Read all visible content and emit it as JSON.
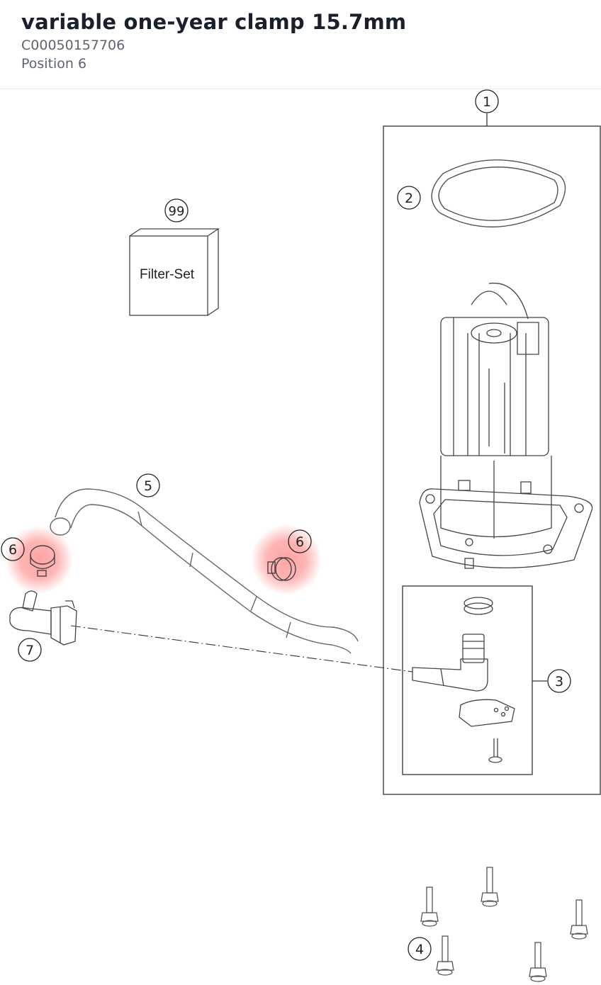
{
  "part": {
    "title": "variable one-year clamp 15.7mm",
    "code": "C00050157706",
    "position": "Position 6"
  },
  "diagram": {
    "filter_set_label": "Filter-Set",
    "callouts": [
      "1",
      "2",
      "3",
      "4",
      "5",
      "6",
      "6",
      "7",
      "99"
    ],
    "highlight_color": "#ff4d4d",
    "line_color": "#333333"
  }
}
